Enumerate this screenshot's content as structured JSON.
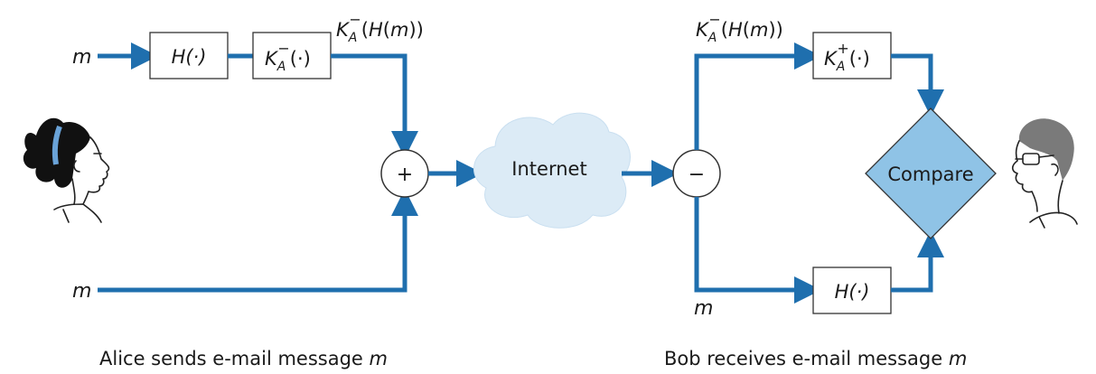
{
  "colors": {
    "wire": "#1f6fae",
    "compare_fill": "#8fc3e6",
    "cloud_fill": "#dcebf6",
    "hair_band": "#6aa3d8"
  },
  "alice": {
    "input_top": "m",
    "input_bottom": "m",
    "hash_box": "H(·)",
    "encrypt_box": {
      "k": "K",
      "sub": "A",
      "sup": "−",
      "rest": "(·)"
    },
    "signed_label": {
      "k": "K",
      "sub": "A",
      "sup": "−",
      "rest_a": "(",
      "rest_h": "H",
      "rest_b": "(",
      "rest_m": "m",
      "rest_c": "))"
    },
    "combiner": "+",
    "caption_text": "Alice sends e-mail message ",
    "caption_var": "m",
    "icon": "woman-face-icon"
  },
  "network": {
    "label": "Internet",
    "icon": "cloud-icon"
  },
  "bob": {
    "signed_label": {
      "k": "K",
      "sub": "A",
      "sup": "−",
      "rest_a": "(",
      "rest_h": "H",
      "rest_b": "(",
      "rest_m": "m",
      "rest_c": "))"
    },
    "splitter": "−",
    "decrypt_box": {
      "k": "K",
      "sub": "A",
      "sup": "+",
      "rest": "(·)"
    },
    "hash_box": "H(·)",
    "message_label": "m",
    "compare": "Compare",
    "caption_text": "Bob receives e-mail message ",
    "caption_var": "m",
    "icon": "man-face-icon"
  }
}
